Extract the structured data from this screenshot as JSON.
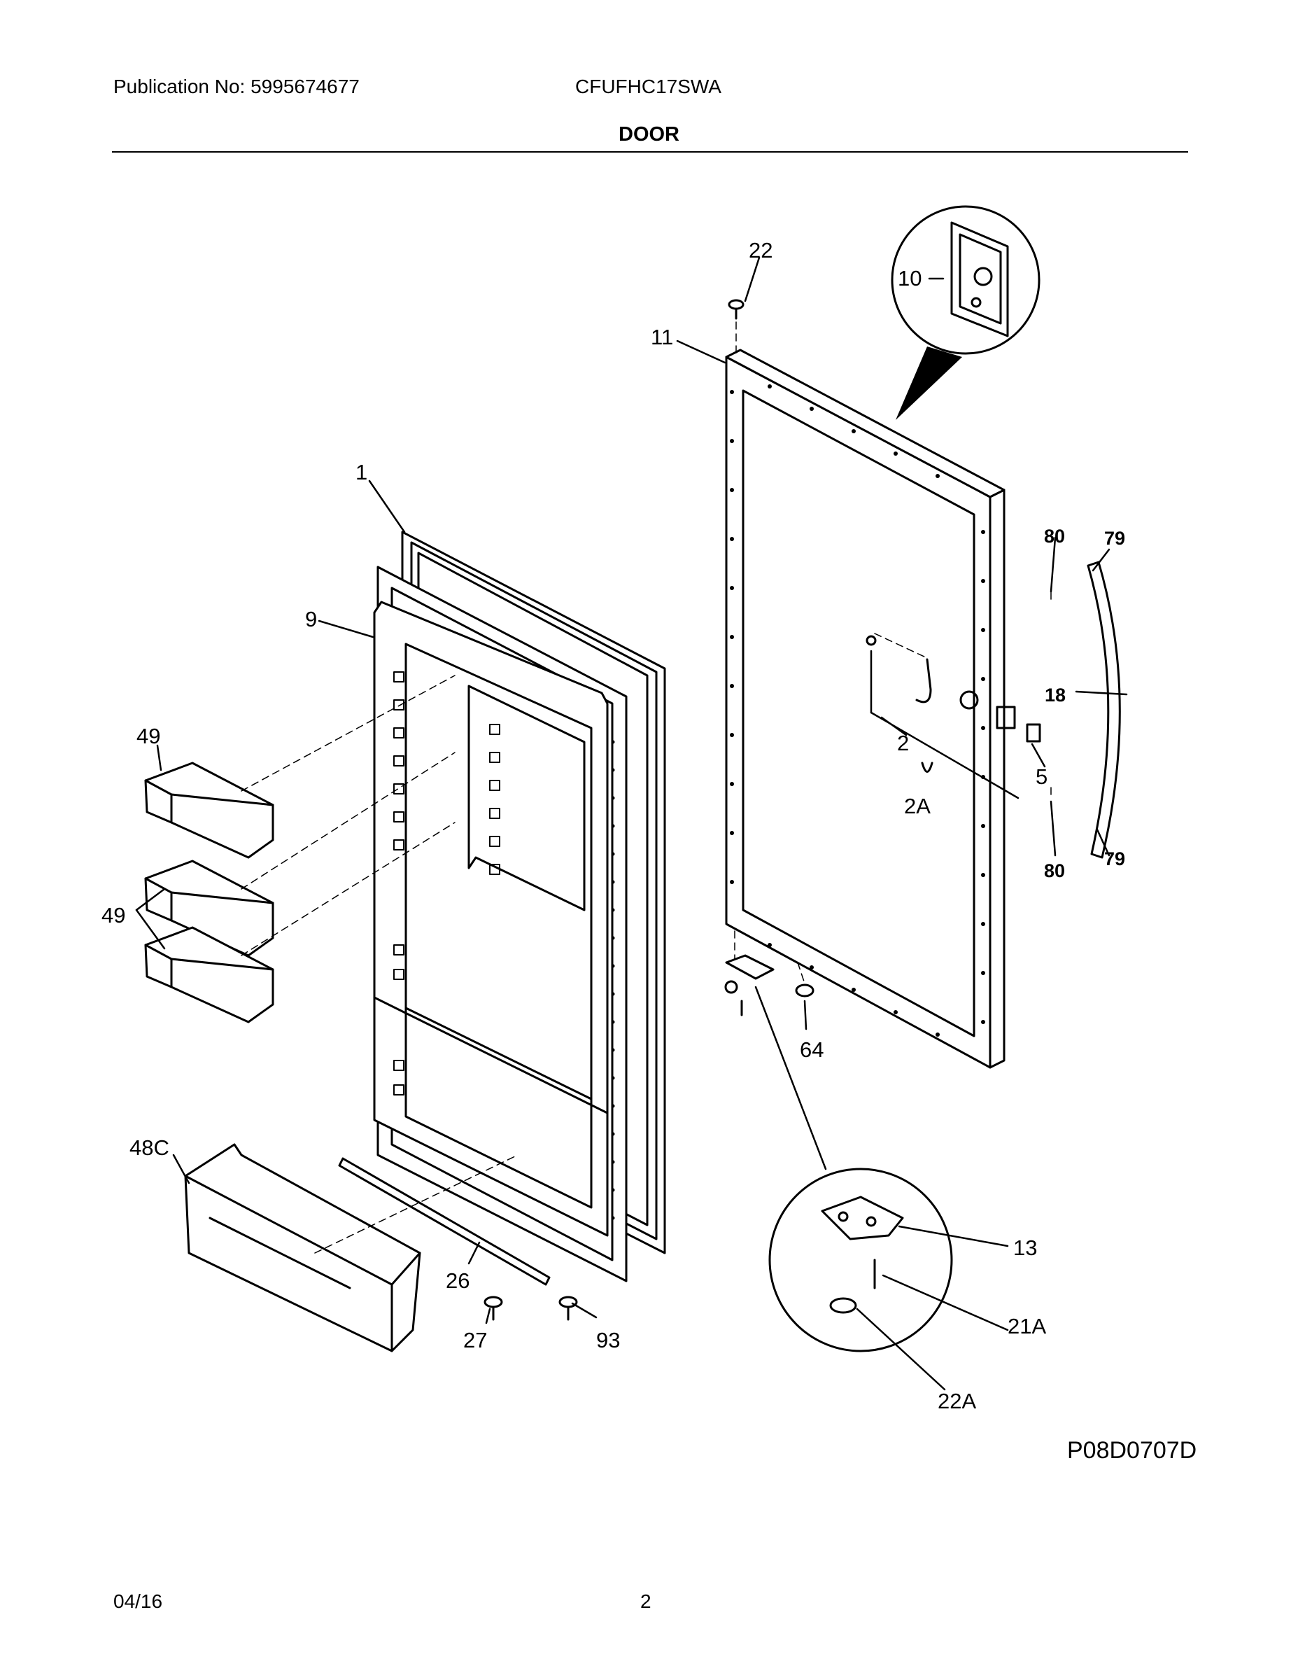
{
  "header": {
    "publication": "Publication No: 5995674677",
    "model": "CFUFHC17SWA",
    "section_title": "DOOR"
  },
  "callouts": {
    "c22": "22",
    "c10": "10",
    "c11": "11",
    "c1": "1",
    "c9": "9",
    "c49a": "49",
    "c49b": "49",
    "c80a": "80",
    "c79a": "79",
    "c18": "18",
    "c2": "2",
    "c5": "5",
    "c2A": "2A",
    "c80b": "80",
    "c79b": "79",
    "c64": "64",
    "c48C": "48C",
    "c26": "26",
    "c27": "27",
    "c93": "93",
    "c13": "13",
    "c21A": "21A",
    "c22A": "22A"
  },
  "footer": {
    "figure_code": "P08D0707D",
    "date": "04/16",
    "page": "2"
  }
}
